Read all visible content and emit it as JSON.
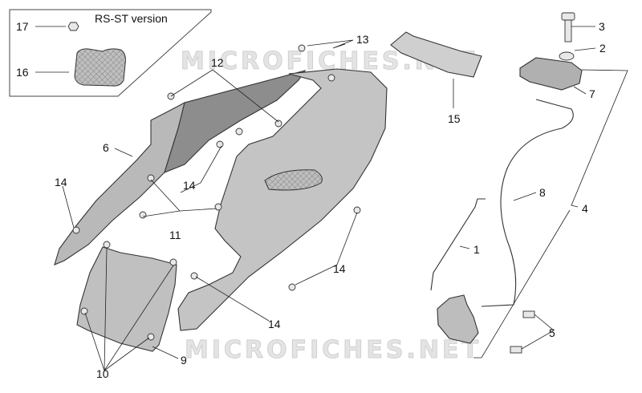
{
  "inset": {
    "title": "RS-ST version"
  },
  "watermarks": [
    "MICROFICHES.NET",
    "MICROFICHES.NET"
  ],
  "callouts": [
    {
      "id": "1",
      "label": "1"
    },
    {
      "id": "2",
      "label": "2"
    },
    {
      "id": "3",
      "label": "3"
    },
    {
      "id": "4",
      "label": "4"
    },
    {
      "id": "5",
      "label": "5"
    },
    {
      "id": "6",
      "label": "6"
    },
    {
      "id": "7",
      "label": "7"
    },
    {
      "id": "8",
      "label": "8"
    },
    {
      "id": "9",
      "label": "9"
    },
    {
      "id": "10",
      "label": "10"
    },
    {
      "id": "11",
      "label": "11"
    },
    {
      "id": "12",
      "label": "12"
    },
    {
      "id": "13",
      "label": "13"
    },
    {
      "id": "14",
      "label": "14"
    },
    {
      "id": "15",
      "label": "15"
    },
    {
      "id": "16",
      "label": "16"
    },
    {
      "id": "17",
      "label": "17"
    }
  ],
  "colors": {
    "panel": "#bdbdbd",
    "panel_dark": "#8f8f8f",
    "line": "#222222"
  }
}
